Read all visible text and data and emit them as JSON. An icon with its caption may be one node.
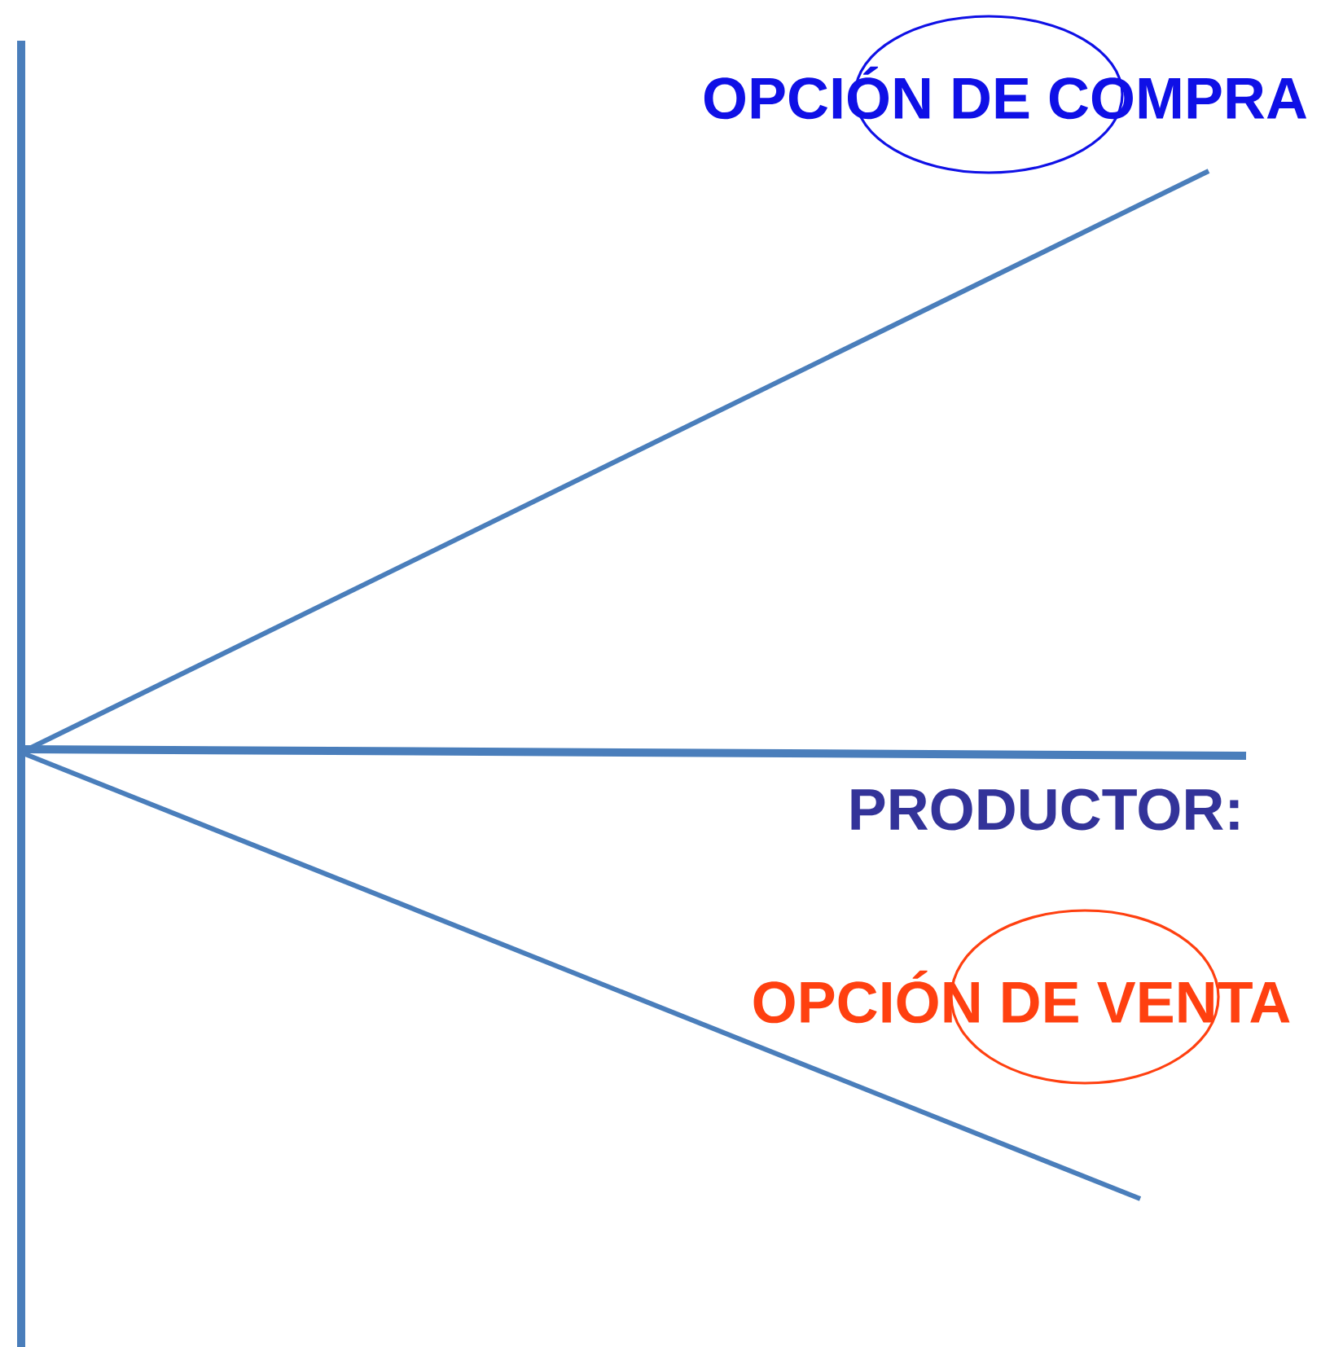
{
  "diagram": {
    "labels": [
      "OPCIÓN DE COMPRA",
      "PRODUCTOR:",
      "OPCIÓN DE VENTA"
    ]
  }
}
